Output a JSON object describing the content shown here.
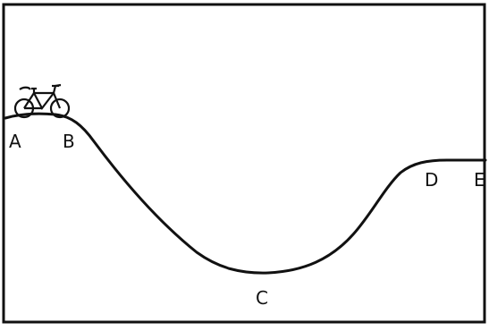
{
  "diagram": {
    "points": {
      "a": "A",
      "b": "B",
      "c": "C",
      "d": "D",
      "e": "E"
    },
    "icons": {
      "bicycle": "bicycle-icon"
    },
    "colors": {
      "ink": "#111111",
      "paper": "#ffffff"
    }
  }
}
